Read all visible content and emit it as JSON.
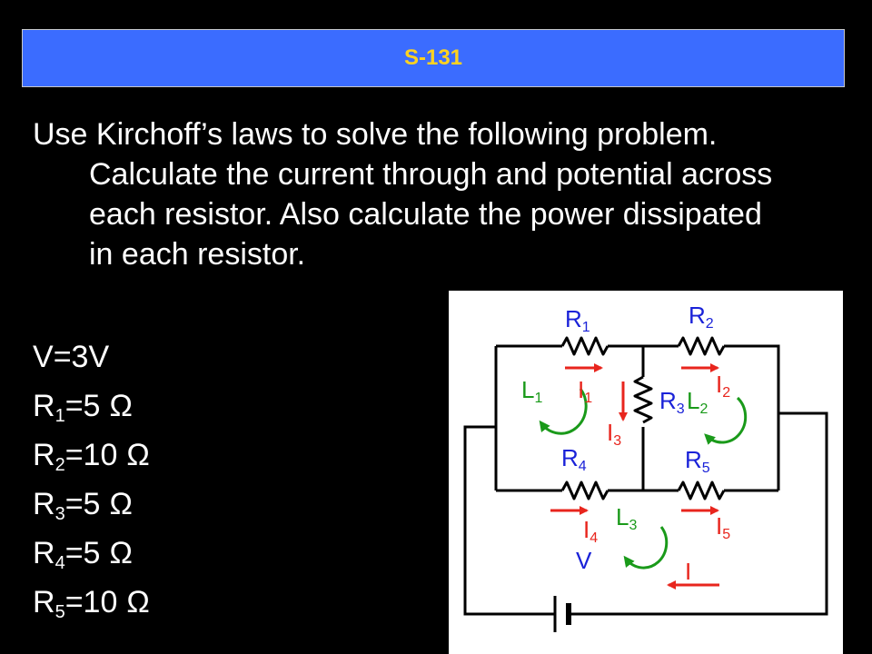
{
  "header": {
    "title": "S-131"
  },
  "problem": {
    "text": "Use Kirchoff’s laws to solve the following problem.  Calculate the current through and potential across each resistor.  Also calculate the power dissipated in each resistor."
  },
  "params": [
    {
      "label": "V",
      "sub": "",
      "value": "=3V",
      "unit": ""
    },
    {
      "label": "R",
      "sub": "1",
      "value": "=5",
      "unit": "Ω"
    },
    {
      "label": "R",
      "sub": "2",
      "value": "=10",
      "unit": "Ω"
    },
    {
      "label": "R",
      "sub": "3",
      "value": "=5",
      "unit": "Ω"
    },
    {
      "label": "R",
      "sub": "4",
      "value": "=5",
      "unit": "Ω"
    },
    {
      "label": "R",
      "sub": "5",
      "value": "=10",
      "unit": "Ω"
    }
  ],
  "circuit": {
    "resistor_main": "R",
    "current_main": "I",
    "loop_main": "L",
    "sub1": "1",
    "sub2": "2",
    "sub3": "3",
    "sub4": "4",
    "sub5": "5",
    "battery_label": "V"
  },
  "colors": {
    "title_bar": "#3b6cff",
    "title_text": "#ffd21f",
    "resistor_labels": "#1a22d8",
    "currents": "#e8251d",
    "loops": "#1a9a1a"
  }
}
